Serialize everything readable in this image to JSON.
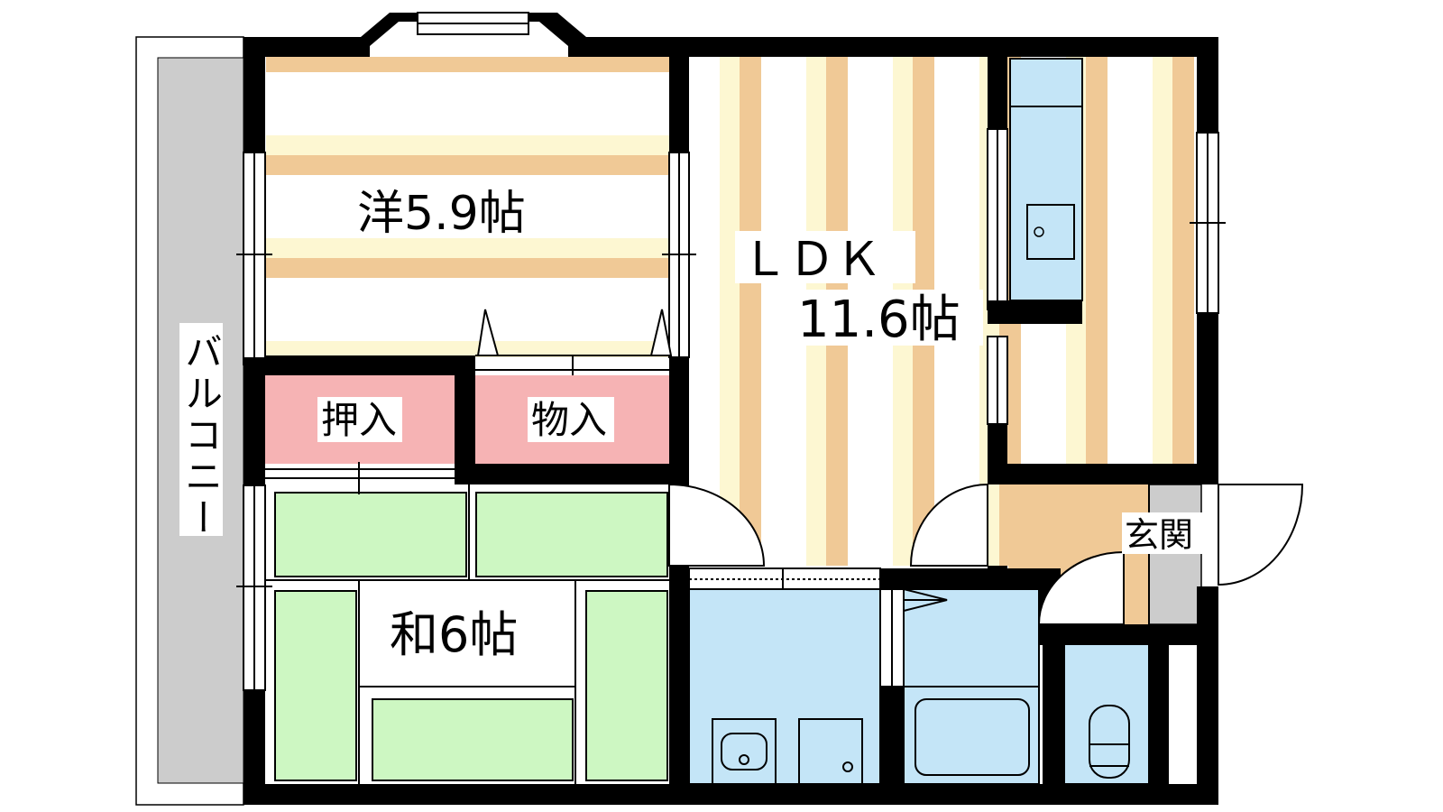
{
  "rooms": {
    "western": {
      "name": "洋",
      "size": "5.9帖"
    },
    "ldk": {
      "name": "ＬＤＫ",
      "size": "11.6帖"
    },
    "japanese": {
      "name": "和",
      "size": "6帖"
    },
    "closet": {
      "label": "押入"
    },
    "storage": {
      "label": "物入"
    },
    "entrance": {
      "label": "玄関"
    },
    "balcony": {
      "label": "バルコニー"
    }
  },
  "colors": {
    "wall": "#000000",
    "flooring_light": "#fdf7d2",
    "flooring_dark": "#f0c996",
    "tatami": "#cdf7c2",
    "storage": "#f6b3b4",
    "water": "#c4e5f7",
    "entrance_floor": "#f0c996",
    "balcony": "#cccccc"
  }
}
